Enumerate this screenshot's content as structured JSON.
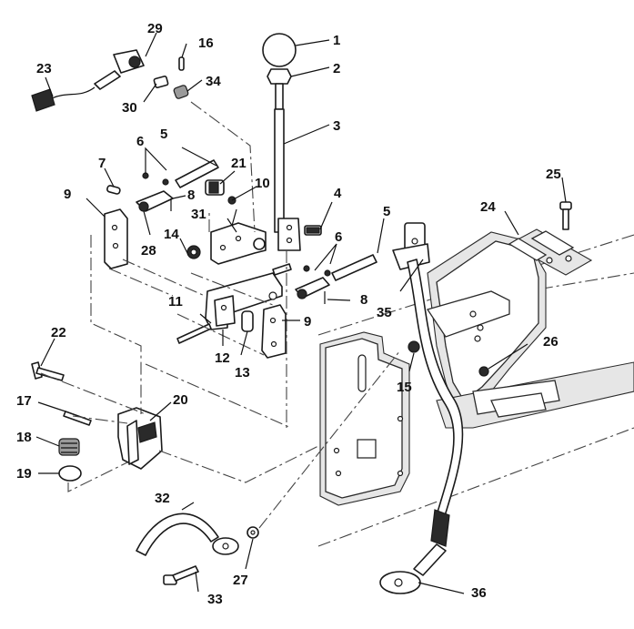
{
  "labels": {
    "n1": "1",
    "n2": "2",
    "n3": "3",
    "n4": "4",
    "n5a": "5",
    "n5b": "5",
    "n6a": "6",
    "n6b": "6",
    "n7": "7",
    "n8a": "8",
    "n8b": "8",
    "n9a": "9",
    "n9b": "9",
    "n10": "10",
    "n11": "11",
    "n12": "12",
    "n13": "13",
    "n14": "14",
    "n15": "15",
    "n16": "16",
    "n17": "17",
    "n18": "18",
    "n19": "19",
    "n20": "20",
    "n21": "21",
    "n22": "22",
    "n23": "23",
    "n24": "24",
    "n25": "25",
    "n26": "26",
    "n27": "27",
    "n28": "28",
    "n29": "29",
    "n30": "30",
    "n31": "31",
    "n32": "32",
    "n33": "33",
    "n34": "34",
    "n35": "35",
    "n36": "36"
  },
  "icons": {
    "shift-knob": "sphere",
    "lever": "rod",
    "bracket": "plate",
    "cable": "cable",
    "frame": "chassis"
  },
  "colors": {
    "ink": "#1a1a1a",
    "paper": "#ffffff"
  }
}
